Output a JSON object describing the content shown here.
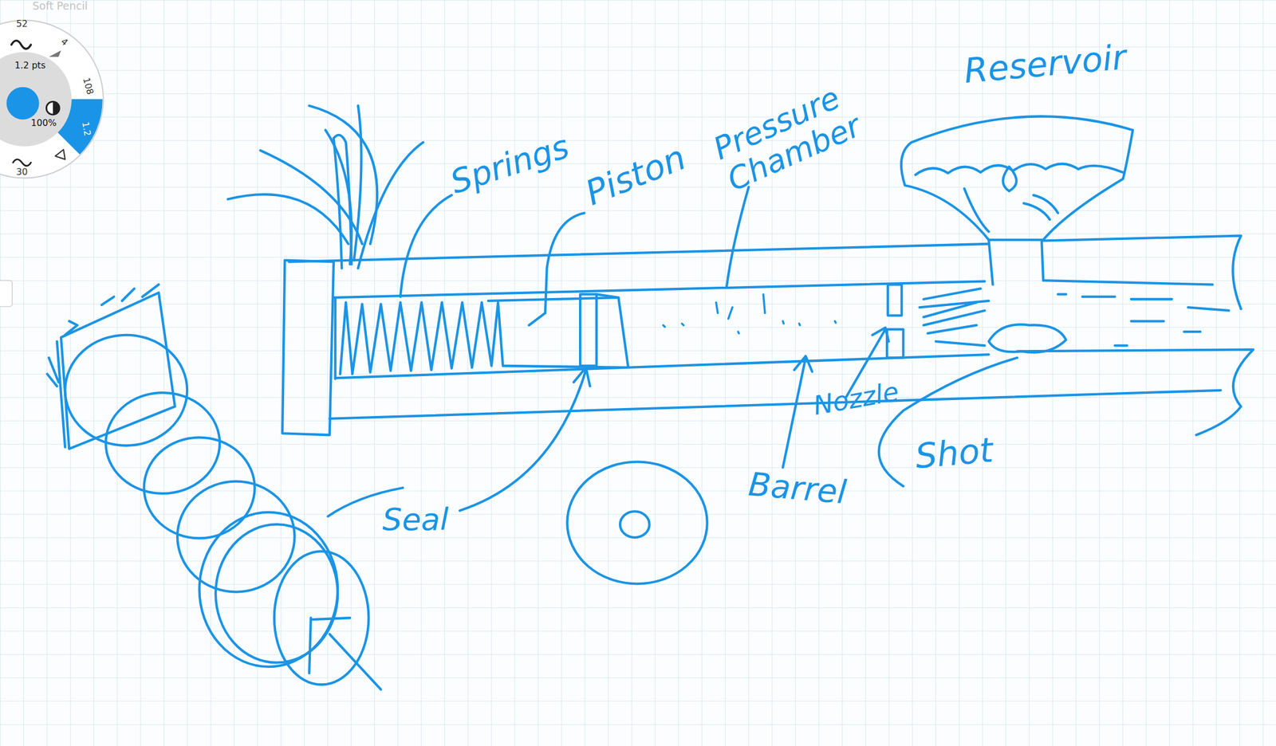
{
  "diagram": {
    "labels": [
      "Soft Pencil",
      "52",
      "4",
      "1.2 pts",
      "108",
      "1.2",
      "100%",
      "30",
      "Reservoir",
      "Springs",
      "Piston",
      "Pressure Chamber",
      "Nozzle",
      "Barrel",
      "Shot",
      "Seal"
    ]
  }
}
